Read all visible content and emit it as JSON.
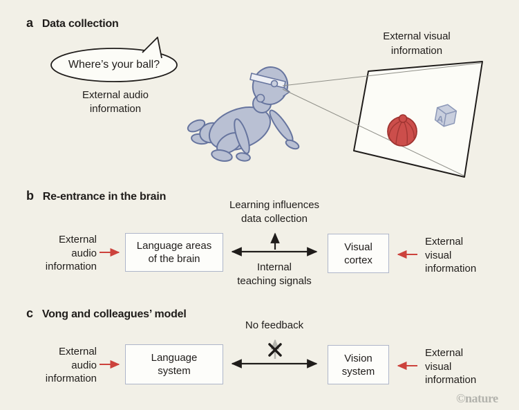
{
  "watermark": "©nature",
  "colors": {
    "background": "#f2f0e7",
    "text": "#1f1c1a",
    "accent_red": "#cc423c",
    "baby_fill": "#b9c0d3",
    "baby_outline": "#66749e",
    "ball_red": "#cc4e4b",
    "box_border": "#aeb5c9",
    "gray_arrow": "#b5b5ae"
  },
  "panel_a": {
    "label": "a",
    "title": "Data collection",
    "speech_bubble_text": "Where’s your ball?",
    "audio_info_label": "External audio\ninformation",
    "visual_info_label": "External visual\ninformation",
    "block_letter": "A",
    "illustrations": {
      "baby": "crawling-baby-with-head-camera",
      "visual_field": "camera-field-of-view",
      "ball": "red-toy-ball",
      "block": "letter-block"
    }
  },
  "panel_b": {
    "label": "b",
    "title": "Re-entrance in the brain",
    "feedback_note": "Learning influences\ndata collection",
    "internal_note": "Internal\nteaching signals",
    "audio_input_label": "External\naudio\ninformation",
    "visual_input_label": "External\nvisual\ninformation",
    "left_box": "Language areas\nof the brain",
    "right_box": "Visual\ncortex"
  },
  "panel_c": {
    "label": "c",
    "title": "Vong and colleagues’ model",
    "feedback_note": "No feedback",
    "audio_input_label": "External\naudio\ninformation",
    "visual_input_label": "External\nvisual\ninformation",
    "left_box": "Language\nsystem",
    "right_box": "Vision\nsystem"
  }
}
